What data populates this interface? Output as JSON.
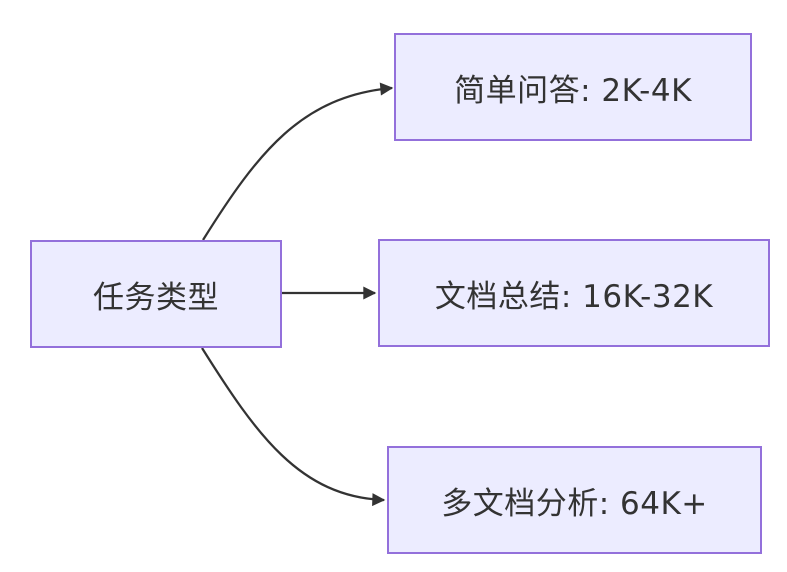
{
  "diagram": {
    "type": "flowchart-left-to-right",
    "colors": {
      "background": "#ffffff",
      "node_fill": "#ECECFF",
      "node_border": "#9370DB",
      "text": "#333333",
      "arrow": "#333333"
    },
    "root": {
      "label": "任务类型"
    },
    "branches": [
      {
        "label": "简单问答: 2K-4K"
      },
      {
        "label": "文档总结: 16K-32K"
      },
      {
        "label": "多文档分析: 64K+"
      }
    ]
  }
}
